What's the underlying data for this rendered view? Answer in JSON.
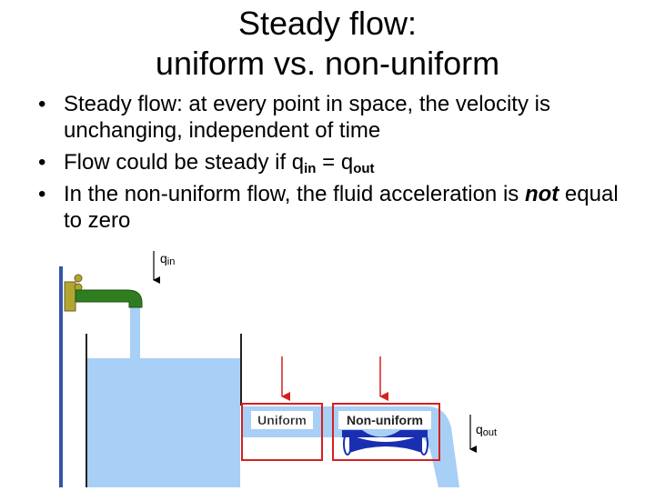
{
  "title": {
    "line1": "Steady flow:",
    "line2": "uniform vs. non-uniform"
  },
  "bullets": {
    "b1": "Steady flow: at every point in space, the velocity is unchanging, independent of time",
    "b2": {
      "prefix": "Flow could be steady if q",
      "sub_in": "in",
      "middle": " = q",
      "sub_out": "out"
    },
    "b3": {
      "prefix": "In the non-uniform flow, the fluid acceleration is ",
      "emph": "not",
      "suffix": " equal to zero"
    }
  },
  "diagram": {
    "q_in": {
      "base": "q",
      "sub": "in"
    },
    "q_out": {
      "base": "q",
      "sub": "out"
    },
    "uniform_label": "Uniform",
    "nonuniform_label": "Non-uniform",
    "colors": {
      "water": "#a8cff5",
      "tank_outline": "#222222",
      "wall": "#3355aa",
      "tap_green": "#2e7d1e",
      "tap_yellow": "#b3a532",
      "highlight_red": "#d62020",
      "constriction_blue": "#1a2fb0"
    }
  }
}
